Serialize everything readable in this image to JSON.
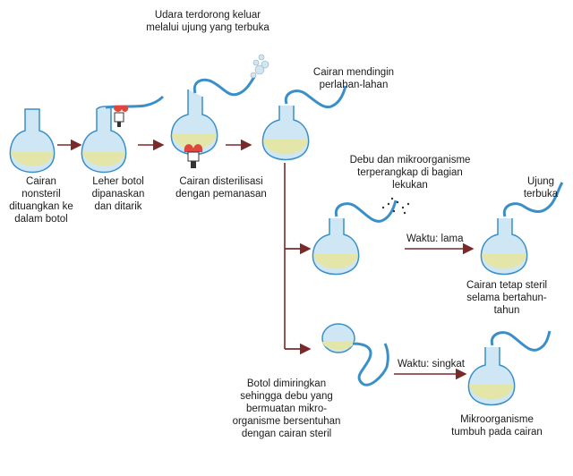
{
  "labels": {
    "step1": "Cairan\nnonsteril\ndituangkan ke\ndalam botol",
    "step2": "Leher botol\ndipanaskan\ndan ditarik",
    "step3": "Cairan disterilisasi\ndengan pemanasan",
    "air_out": "Udara terdorong keluar\nmelalui ujung yang terbuka",
    "cool": "Cairan mendingin\nperlahan-lahan",
    "dust_trapped": "Debu dan mikroorganisme\nterperangkap di bagian\nlekukan",
    "open_end": "Ujung\nterbuka",
    "time_long": "Waktu: lama",
    "stays_sterile": "Cairan tetap steril\nselama bertahun-\ntahun",
    "tilted": "Botol dimiringkan\nsehingga debu yang\nbermuatan mikro-\norganisme bersentuhan\ndengan cairan steril",
    "time_short": "Waktu: singkat",
    "microbes_grow": "Mikroorganisme\ntumbuh pada cairan"
  },
  "colors": {
    "glass_fill": "#cfe6f5",
    "glass_stroke": "#3a8fc8",
    "liquid": "#e3e6a8",
    "arrow": "#7a2a2a",
    "flame": "#e0473a"
  }
}
